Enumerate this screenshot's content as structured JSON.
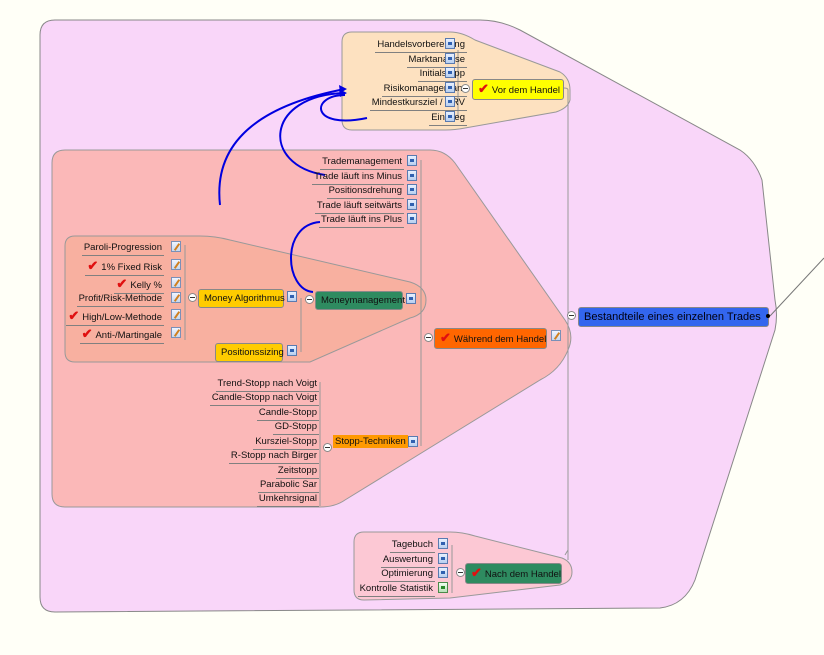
{
  "root": {
    "label": "Bestandteile eines einzelnen Trades",
    "color": "#3366ee"
  },
  "colors": {
    "canvas": "#fffff7",
    "outer_region": "#f9d6f9",
    "vor_region": "#fde1c0",
    "waehrend_region": "#fbb8b8",
    "money_region": "#f8b0a0",
    "nach_region": "#fcc8d4",
    "link_arrows": "#0000e0"
  },
  "branches": {
    "vor": {
      "label": "Vor dem Handel",
      "checked": true,
      "color": "#ffff00",
      "children": [
        {
          "label": "Handelsvorbereitung",
          "icon": "note-icon"
        },
        {
          "label": "Marktanalyse",
          "icon": "note-icon"
        },
        {
          "label": "Initialstopp",
          "icon": "note-icon"
        },
        {
          "label": "Risikomanagemant",
          "icon": "note-icon"
        },
        {
          "label": "Mindestkursziel / CRV",
          "icon": "note-icon"
        },
        {
          "label": "Einstieg",
          "icon": "note-icon"
        }
      ]
    },
    "waehrend": {
      "label": "Während dem Handel",
      "checked": true,
      "color": "#ff6600",
      "children": [
        {
          "label": "Trademanagement",
          "icon": "note-icon"
        },
        {
          "label": "Trade läuft ins Minus",
          "icon": "note-icon"
        },
        {
          "label": "Positionsdrehung",
          "icon": "note-icon"
        },
        {
          "label": "Trade läuft seitwärts",
          "icon": "note-icon"
        },
        {
          "label": "Trade läuft ins Plus",
          "icon": "note-icon"
        }
      ],
      "moneymanagement": {
        "label": "Moneymanagement",
        "color": "#2e8b60",
        "money_algorithmus": {
          "label": "Money Algorithmus",
          "color": "#ffcc00",
          "children": [
            {
              "label": "Paroli-Progression",
              "checked": false
            },
            {
              "label": "1% Fixed Risk",
              "checked": true
            },
            {
              "label": "Kelly %",
              "checked": true
            },
            {
              "label": "Profit/Risk-Methode",
              "checked": false
            },
            {
              "label": "High/Low-Methode",
              "checked": true
            },
            {
              "label": "Anti-/Martingale",
              "checked": true
            }
          ]
        },
        "positionssizing": {
          "label": "Positionssizing",
          "color": "#ffcc00"
        }
      },
      "stopp_techniken": {
        "label": "Stopp-Techniken",
        "color": "#ff9900",
        "children": [
          "Trend-Stopp nach Voigt",
          "Candle-Stopp nach Voigt",
          "Candle-Stopp",
          "GD-Stopp",
          "Kursziel-Stopp",
          "R-Stopp nach Birger",
          "Zeitstopp",
          "Parabolic Sar",
          "Umkehrsignal"
        ]
      }
    },
    "nach": {
      "label": "Nach dem Handel",
      "checked": true,
      "color": "#2e8b60",
      "children": [
        {
          "label": "Tagebuch",
          "icon": "note-icon"
        },
        {
          "label": "Auswertung",
          "icon": "note-icon"
        },
        {
          "label": "Optimierung",
          "icon": "note-icon"
        },
        {
          "label": "Kontrolle Statistik",
          "icon": "spreadsheet-icon"
        }
      ]
    }
  },
  "glyphs": {
    "check": "✔"
  }
}
